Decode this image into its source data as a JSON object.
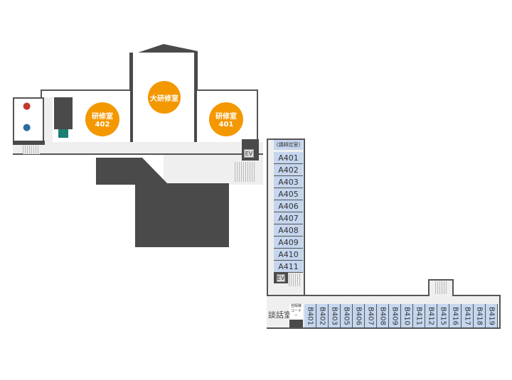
{
  "rooms_main": {
    "large_hall": "大研修室",
    "room_402": "研修室 402",
    "room_401": "研修室 401"
  },
  "elevator_label": "EV",
  "a_header": "(講師控室)",
  "a_rooms": [
    "A401",
    "A402",
    "A403",
    "A405",
    "A406",
    "A407",
    "A408",
    "A409",
    "A410",
    "A411"
  ],
  "b_rooms": [
    "B401",
    "B402",
    "B403",
    "B405",
    "B406",
    "B407",
    "B408",
    "B409",
    "B410",
    "B411",
    "B412",
    "B415",
    "B416",
    "B417",
    "B418",
    "B419"
  ],
  "lounge": "談話室",
  "vending": "自販機コーナー",
  "colors": {
    "accent": "#f39800",
    "room_fill": "#c5d6ee",
    "wall": "#4a4a4a"
  }
}
